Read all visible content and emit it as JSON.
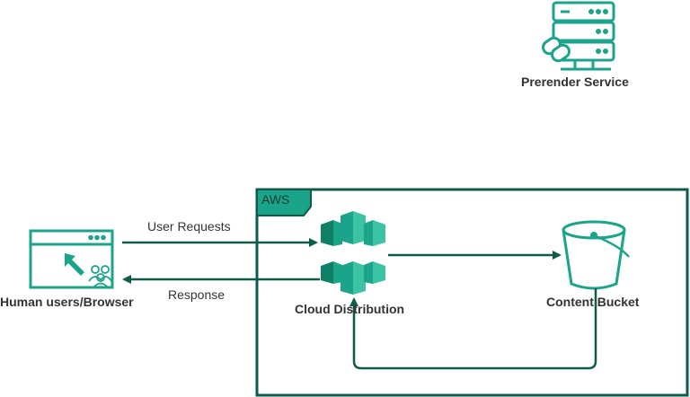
{
  "nodes": {
    "prerender": {
      "label": "Prerender Service",
      "icon": "server-link-icon"
    },
    "browser": {
      "label": "Human users/Browser",
      "icon": "browser-users-icon"
    },
    "cloud": {
      "label": "Cloud Distribution",
      "icon": "cloudfront-icon"
    },
    "bucket": {
      "label": "Content Bucket",
      "icon": "bucket-icon"
    }
  },
  "group": {
    "label": "AWS"
  },
  "edges": {
    "requests": {
      "label": "User Requests"
    },
    "response": {
      "label": "Response"
    }
  },
  "colors": {
    "teal": "#1aa58a",
    "teal_light": "#3cc3a4",
    "dark": "#0f5b4b",
    "text": "#333333"
  }
}
